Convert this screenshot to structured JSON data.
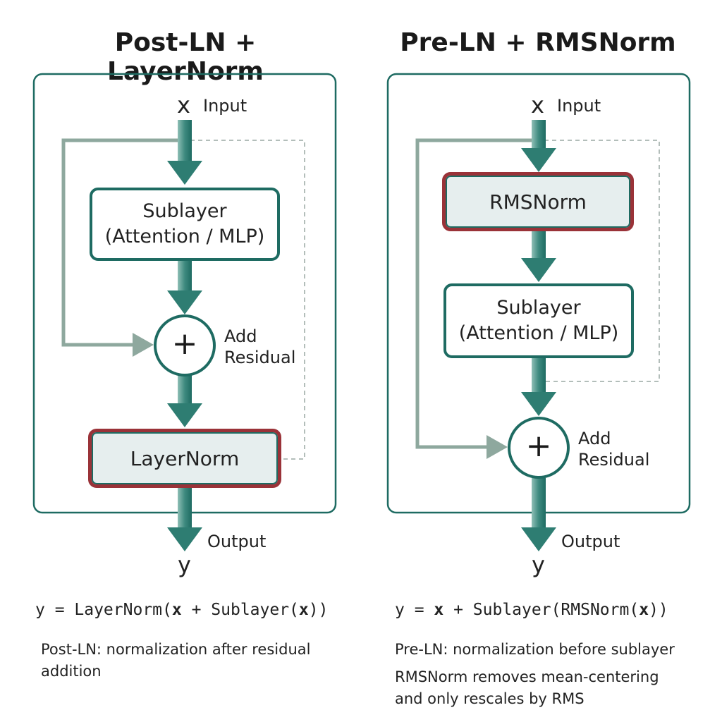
{
  "left": {
    "title": "Post-LN + LayerNorm",
    "input_symbol": "x",
    "input_label": "Input",
    "sublayer_line1": "Sublayer",
    "sublayer_line2": "(Attention / MLP)",
    "add_symbol": "+",
    "add_label_line1": "Add",
    "add_label_line2": "Residual",
    "norm_label": "LayerNorm",
    "output_label": "Output",
    "output_symbol": "y",
    "formula": {
      "p1": "y = LayerNorm(",
      "x1": "x",
      "p2": " + Sublayer(",
      "x2": "x",
      "p3": "))"
    },
    "note_lines": [
      "Post-LN: normalization after residual",
      "addition"
    ]
  },
  "right": {
    "title": "Pre-LN + RMSNorm",
    "input_symbol": "x",
    "input_label": "Input",
    "norm_label": "RMSNorm",
    "sublayer_line1": "Sublayer",
    "sublayer_line2": "(Attention / MLP)",
    "add_symbol": "+",
    "add_label_line1": "Add",
    "add_label_line2": "Residual",
    "output_label": "Output",
    "output_symbol": "y",
    "formula": {
      "p1": "y = ",
      "x1": "x",
      "p2": " + Sublayer(RMSNorm(",
      "x2": "x",
      "p3": "))"
    },
    "note_lines": [
      "Pre-LN: normalization before sublayer",
      "RMSNorm removes mean-centering",
      "and only rescales by RMS"
    ]
  },
  "colors": {
    "teal": "#1e6b62",
    "arrow_teal": "#2e7d72",
    "residual_gray": "#8ea89e",
    "norm_border_red": "#9a3238",
    "norm_fill": "#e6eeee"
  }
}
